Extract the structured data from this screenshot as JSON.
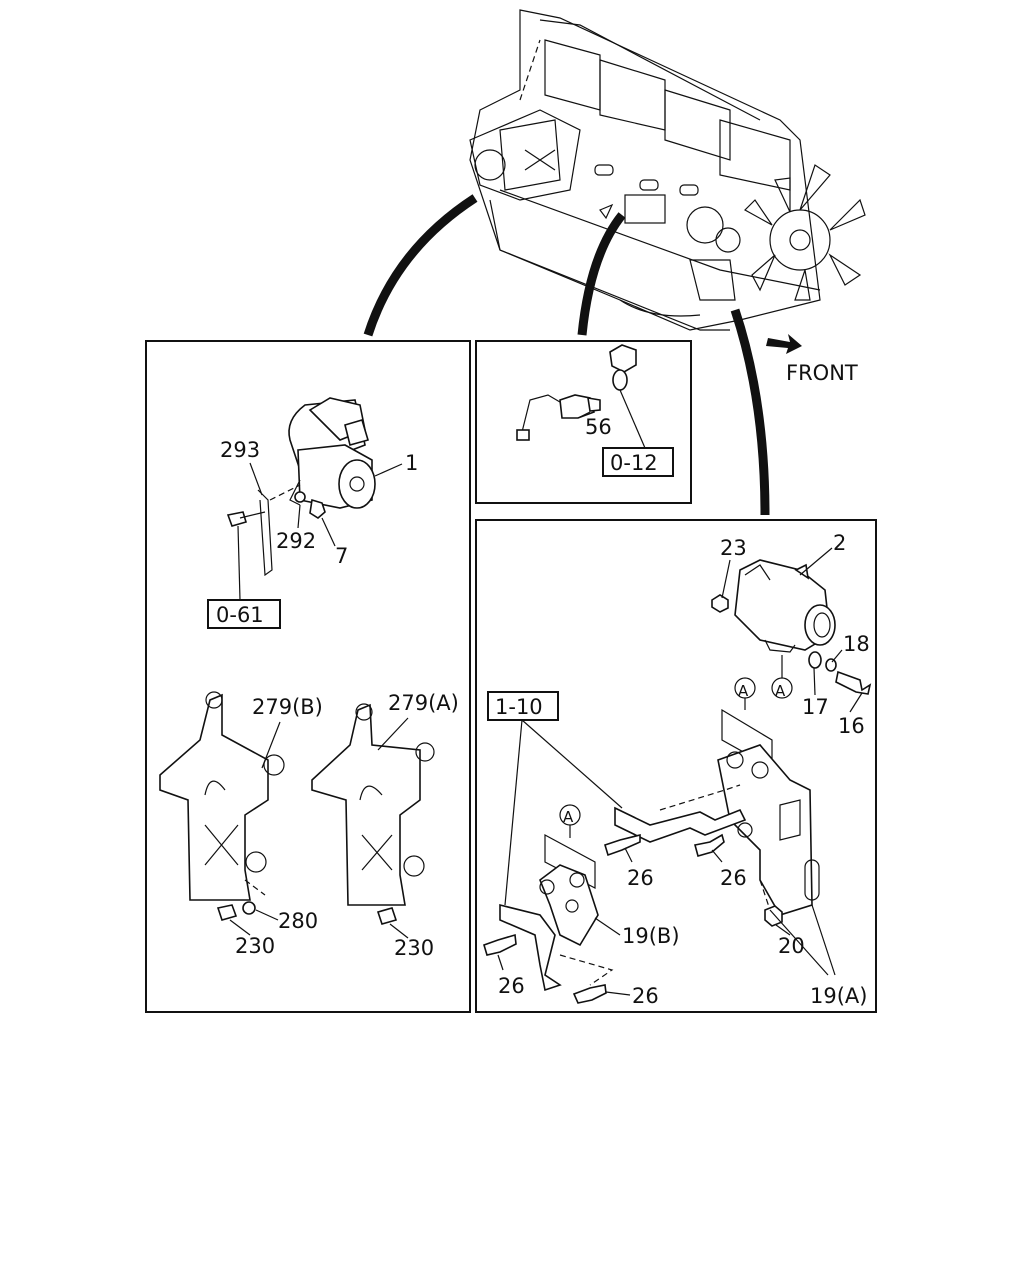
{
  "labels": {
    "front": "FRONT",
    "starter": {
      "p293": "293",
      "p1": "1",
      "p292": "292",
      "p7": "7",
      "ref061": "0-61"
    },
    "brackets": {
      "p279b": "279(B)",
      "p279a": "279(A)",
      "p280": "280",
      "p230_left": "230",
      "p230_right": "230"
    },
    "sensor": {
      "p56": "56",
      "ref012": "0-12"
    },
    "alternator": {
      "p23": "23",
      "p2": "2",
      "p18": "18",
      "p17": "17",
      "p16": "16",
      "markA1": "A",
      "markA2": "A",
      "markA3": "A",
      "ref110": "1-10",
      "p26_a": "26",
      "p26_b": "26",
      "p26_c": "26",
      "p26_d": "26",
      "p19b": "19(B)",
      "p20": "20",
      "p19a": "19(A)"
    }
  }
}
